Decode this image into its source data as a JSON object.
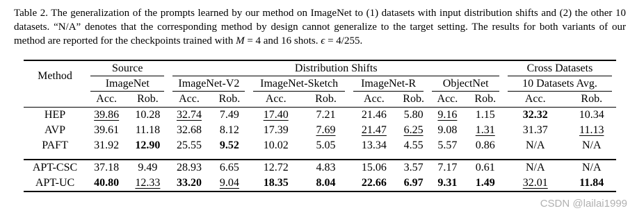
{
  "caption": {
    "label": "Table 2.",
    "text": "The generalization of the prompts learned by our method on ImageNet to (1) datasets with input distribution shifts and (2) the other 10 datasets. “N/A” denotes that the corresponding method by design cannot generalize to the target setting. The results for both variants of our method are reported for the checkpoints trained with",
    "m_symbol": "M",
    "m_value": "= 4 and 16 shots.",
    "eps_symbol": "ϵ",
    "eps_value": "= 4/255."
  },
  "table": {
    "method_header": "Method",
    "groups": [
      "Source",
      "Distribution Shifts",
      "Cross Datasets"
    ],
    "datasets": [
      "ImageNet",
      "ImageNet-V2",
      "ImageNet-Sketch",
      "ImageNet-R",
      "ObjectNet",
      "10 Datasets Avg."
    ],
    "metrics": [
      "Acc.",
      "Rob.",
      "Acc.",
      "Rob.",
      "Acc.",
      "Rob.",
      "Acc.",
      "Rob.",
      "Acc.",
      "Rob.",
      "Acc.",
      "Rob."
    ],
    "rows": [
      {
        "method": "HEP",
        "cells": [
          {
            "v": "39.86",
            "s": "u"
          },
          {
            "v": "10.28",
            "s": ""
          },
          {
            "v": "32.74",
            "s": "u"
          },
          {
            "v": "7.49",
            "s": ""
          },
          {
            "v": "17.40",
            "s": "u"
          },
          {
            "v": "7.21",
            "s": ""
          },
          {
            "v": "21.46",
            "s": ""
          },
          {
            "v": "5.80",
            "s": ""
          },
          {
            "v": "9.16",
            "s": "u"
          },
          {
            "v": "1.15",
            "s": ""
          },
          {
            "v": "32.32",
            "s": "b"
          },
          {
            "v": "10.34",
            "s": ""
          }
        ]
      },
      {
        "method": "AVP",
        "cells": [
          {
            "v": "39.61",
            "s": ""
          },
          {
            "v": "11.18",
            "s": ""
          },
          {
            "v": "32.68",
            "s": ""
          },
          {
            "v": "8.12",
            "s": ""
          },
          {
            "v": "17.39",
            "s": ""
          },
          {
            "v": "7.69",
            "s": "u"
          },
          {
            "v": "21.47",
            "s": "u"
          },
          {
            "v": "6.25",
            "s": "u"
          },
          {
            "v": "9.08",
            "s": ""
          },
          {
            "v": "1.31",
            "s": "u"
          },
          {
            "v": "31.37",
            "s": ""
          },
          {
            "v": "11.13",
            "s": "u"
          }
        ]
      },
      {
        "method": "PAFT",
        "cells": [
          {
            "v": "31.92",
            "s": ""
          },
          {
            "v": "12.90",
            "s": "b"
          },
          {
            "v": "25.55",
            "s": ""
          },
          {
            "v": "9.52",
            "s": "b"
          },
          {
            "v": "10.02",
            "s": ""
          },
          {
            "v": "5.05",
            "s": ""
          },
          {
            "v": "13.34",
            "s": ""
          },
          {
            "v": "4.55",
            "s": ""
          },
          {
            "v": "5.57",
            "s": ""
          },
          {
            "v": "0.86",
            "s": ""
          },
          {
            "v": "N/A",
            "s": ""
          },
          {
            "v": "N/A",
            "s": ""
          }
        ]
      },
      {
        "method": "APT-CSC",
        "cells": [
          {
            "v": "37.18",
            "s": ""
          },
          {
            "v": "9.49",
            "s": ""
          },
          {
            "v": "28.93",
            "s": ""
          },
          {
            "v": "6.65",
            "s": ""
          },
          {
            "v": "12.72",
            "s": ""
          },
          {
            "v": "4.83",
            "s": ""
          },
          {
            "v": "15.06",
            "s": ""
          },
          {
            "v": "3.57",
            "s": ""
          },
          {
            "v": "7.17",
            "s": ""
          },
          {
            "v": "0.61",
            "s": ""
          },
          {
            "v": "N/A",
            "s": ""
          },
          {
            "v": "N/A",
            "s": ""
          }
        ]
      },
      {
        "method": "APT-UC",
        "cells": [
          {
            "v": "40.80",
            "s": "b"
          },
          {
            "v": "12.33",
            "s": "u"
          },
          {
            "v": "33.20",
            "s": "b"
          },
          {
            "v": "9.04",
            "s": "u"
          },
          {
            "v": "18.35",
            "s": "b"
          },
          {
            "v": "8.04",
            "s": "b"
          },
          {
            "v": "22.66",
            "s": "b"
          },
          {
            "v": "6.97",
            "s": "b"
          },
          {
            "v": "9.31",
            "s": "b"
          },
          {
            "v": "1.49",
            "s": "b"
          },
          {
            "v": "32.01",
            "s": "u"
          },
          {
            "v": "11.84",
            "s": "b"
          }
        ]
      }
    ]
  },
  "watermark": "CSDN @lailai1999"
}
